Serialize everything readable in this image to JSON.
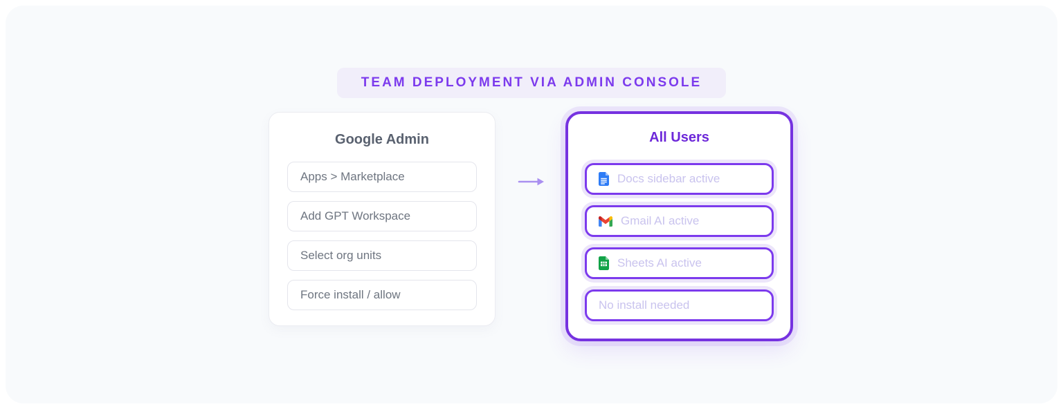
{
  "title": "TEAM DEPLOYMENT VIA ADMIN CONSOLE",
  "colors": {
    "accent_purple": "#7c3aed",
    "deep_purple": "#6d28d9",
    "admin_title_gray": "#59616f",
    "step_text_gray": "#6e7580",
    "faded_item_text": "#c9c3ee",
    "canvas_background": "#f8fafc",
    "arrow_purple": "#a98ff0"
  },
  "arrow": {
    "icon": "right-arrow-icon"
  },
  "admin_card": {
    "title": "Google Admin",
    "steps": [
      "Apps > Marketplace",
      "Add GPT Workspace",
      "Select org units",
      "Force install / allow"
    ]
  },
  "users_card": {
    "title": "All Users",
    "items": [
      {
        "icon": "google-docs-icon",
        "label": "Docs sidebar active"
      },
      {
        "icon": "gmail-icon",
        "label": "Gmail AI active"
      },
      {
        "icon": "google-sheets-icon",
        "label": "Sheets AI active"
      },
      {
        "icon": "",
        "label": "No install needed"
      }
    ]
  }
}
